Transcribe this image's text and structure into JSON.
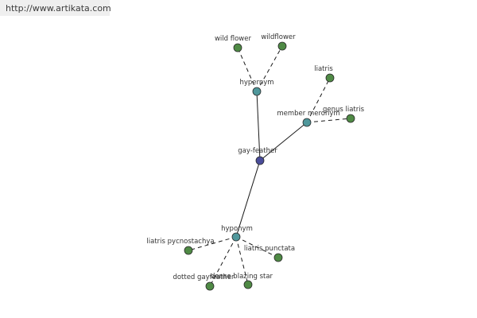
{
  "site": {
    "url": "http://www.artikata.com"
  },
  "colors": {
    "center": "#4a4d9a",
    "relation": "#4f979b",
    "leaf": "#4f8a45",
    "node_stroke": "#2a2a2a",
    "edge": "#1a1a1a"
  },
  "graph": {
    "nodes": [
      {
        "id": "center",
        "label": "gay-feather",
        "kind": "center"
      },
      {
        "id": "hypernym",
        "label": "hypernym",
        "kind": "relation"
      },
      {
        "id": "member_meronym",
        "label": "member meronym",
        "kind": "relation"
      },
      {
        "id": "hyponym",
        "label": "hyponym",
        "kind": "relation"
      },
      {
        "id": "wild_flower",
        "label": "wild flower",
        "kind": "leaf"
      },
      {
        "id": "wildflower",
        "label": "wildflower",
        "kind": "leaf"
      },
      {
        "id": "liatris",
        "label": "liatris",
        "kind": "leaf"
      },
      {
        "id": "genus_liatris",
        "label": "genus liatris",
        "kind": "leaf"
      },
      {
        "id": "liatris_pycnostachya",
        "label": "liatris pycnostachya",
        "kind": "leaf"
      },
      {
        "id": "liatris_punctata",
        "label": "liatris punctata",
        "kind": "leaf"
      },
      {
        "id": "dotted_gayfeather",
        "label": "dotted gayfeather",
        "kind": "leaf"
      },
      {
        "id": "dense_blazing_star",
        "label": "dense blazing star",
        "kind": "leaf"
      }
    ],
    "edges": [
      {
        "from": "center",
        "to": "hypernym",
        "style": "solid"
      },
      {
        "from": "center",
        "to": "member_meronym",
        "style": "solid"
      },
      {
        "from": "center",
        "to": "hyponym",
        "style": "solid"
      },
      {
        "from": "hypernym",
        "to": "wild_flower",
        "style": "dashed"
      },
      {
        "from": "hypernym",
        "to": "wildflower",
        "style": "dashed"
      },
      {
        "from": "member_meronym",
        "to": "liatris",
        "style": "dashed"
      },
      {
        "from": "member_meronym",
        "to": "genus_liatris",
        "style": "dashed"
      },
      {
        "from": "hyponym",
        "to": "liatris_pycnostachya",
        "style": "dashed"
      },
      {
        "from": "hyponym",
        "to": "liatris_punctata",
        "style": "dashed"
      },
      {
        "from": "hyponym",
        "to": "dotted_gayfeather",
        "style": "dashed"
      },
      {
        "from": "hyponym",
        "to": "dense_blazing_star",
        "style": "dashed"
      }
    ]
  }
}
